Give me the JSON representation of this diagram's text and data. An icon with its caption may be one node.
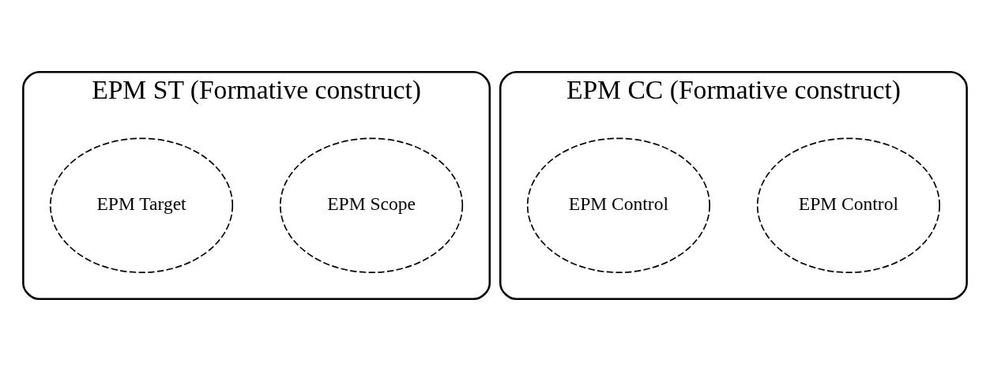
{
  "diagram": {
    "nodes": [
      {
        "text": [
          "EPM ST (Formative construct)"
        ]
      },
      {
        "text": [
          "EPM Scope"
        ],
        "in": 0
      },
      {
        "text": [
          "EPM Target"
        ],
        "in": 0
      },
      {
        "text": [
          "EPM CC (Formative construct)"
        ]
      },
      {
        "text": [
          "EPM Control"
        ],
        "in": 3
      },
      {
        "text": [
          "EPM Control"
        ],
        "in": 3
      }
    ]
  }
}
